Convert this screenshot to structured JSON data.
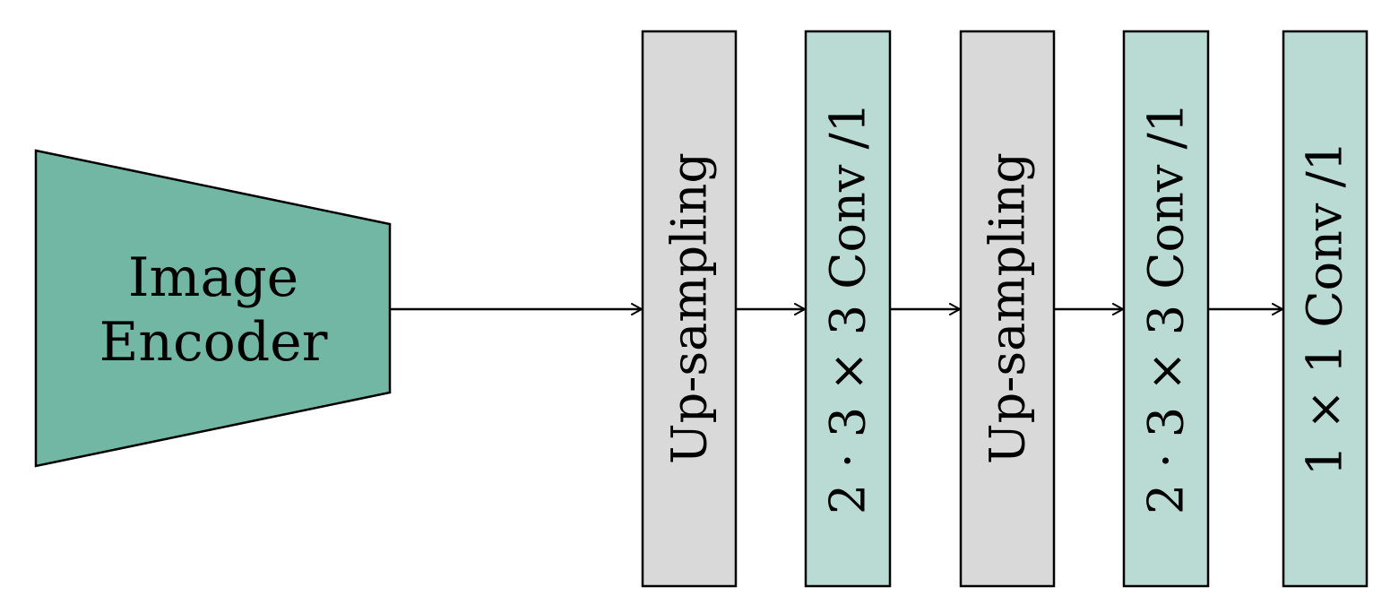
{
  "colors": {
    "encoder_fill": "#72b6a4",
    "upsampling_fill": "#d9d9d9",
    "conv_fill": "#b9dbd3",
    "stroke": "#000000"
  },
  "encoder": {
    "line1": "Image",
    "line2": "Encoder"
  },
  "blocks": [
    {
      "label": "Up-sampling",
      "kind": "upsampling"
    },
    {
      "label": "2 · 3 × 3 Conv /1",
      "kind": "conv"
    },
    {
      "label": "Up-sampling",
      "kind": "upsampling"
    },
    {
      "label": "2 · 3 × 3 Conv /1",
      "kind": "conv"
    },
    {
      "label": "1 × 1 Conv /1",
      "kind": "conv"
    }
  ]
}
